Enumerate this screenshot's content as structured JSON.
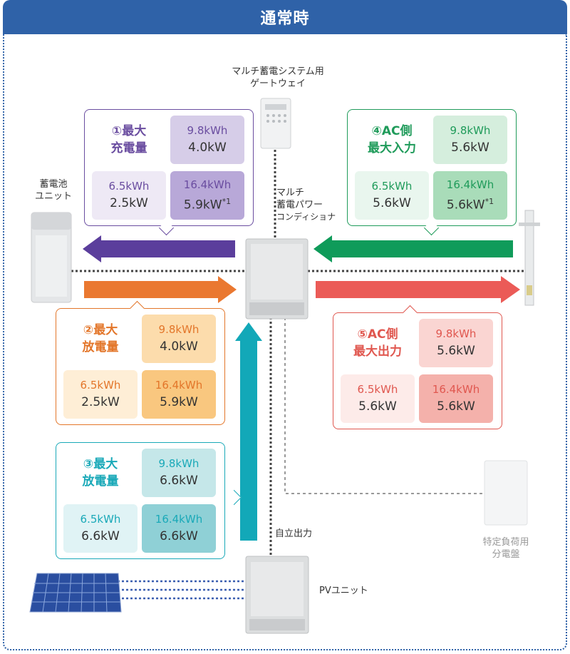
{
  "header": {
    "title": "通常時"
  },
  "labels": {
    "gateway": [
      "マルチ蓄電システム用",
      "ゲートウェイ"
    ],
    "battery": [
      "蓄電池",
      "ユニット"
    ],
    "pcs": [
      "マルチ",
      "蓄電パワー",
      "コンディショナ"
    ],
    "independent": "自立出力",
    "load_panel": [
      "特定負荷用",
      "分電盤"
    ],
    "pv": "PVユニット"
  },
  "boxes": [
    {
      "id": "1",
      "title": [
        "①最大",
        "充電量"
      ],
      "color": "#6a4da0",
      "cells": [
        {
          "kwh": "9.8kWh",
          "kw": "4.0kW",
          "note": "",
          "bg": "#d6cde8"
        },
        {
          "kwh": "6.5kWh",
          "kw": "2.5kW",
          "note": "",
          "bg": "#eee9f5"
        },
        {
          "kwh": "16.4kWh",
          "kw": "5.9kW",
          "note": "*1",
          "bg": "#b8a8d8"
        }
      ]
    },
    {
      "id": "4",
      "title": [
        "④AC側",
        "最大入力"
      ],
      "color": "#1f9b5a",
      "cells": [
        {
          "kwh": "9.8kWh",
          "kw": "5.6kW",
          "note": "",
          "bg": "#d5eedd"
        },
        {
          "kwh": "6.5kWh",
          "kw": "5.6kW",
          "note": "",
          "bg": "#e9f6ee"
        },
        {
          "kwh": "16.4kWh",
          "kw": "5.6kW",
          "note": "*1",
          "bg": "#a9dcb9"
        }
      ]
    },
    {
      "id": "2",
      "title": [
        "②最大",
        "放電量"
      ],
      "color": "#e3762a",
      "cells": [
        {
          "kwh": "9.8kWh",
          "kw": "4.0kW",
          "note": "",
          "bg": "#fcdcac"
        },
        {
          "kwh": "6.5kWh",
          "kw": "2.5kW",
          "note": "",
          "bg": "#feeed6"
        },
        {
          "kwh": "16.4kWh",
          "kw": "5.9kW",
          "note": "",
          "bg": "#f9c77f"
        }
      ]
    },
    {
      "id": "5",
      "title": [
        "⑤AC側",
        "最大出力"
      ],
      "color": "#e0574f",
      "cells": [
        {
          "kwh": "9.8kWh",
          "kw": "5.6kW",
          "note": "",
          "bg": "#fad5d2"
        },
        {
          "kwh": "6.5kWh",
          "kw": "5.6kW",
          "note": "",
          "bg": "#fdebe9"
        },
        {
          "kwh": "16.4kWh",
          "kw": "5.6kW",
          "note": "",
          "bg": "#f4b1ab"
        }
      ]
    },
    {
      "id": "3",
      "title": [
        "③最大",
        "放電量"
      ],
      "color": "#1aa9b8",
      "cells": [
        {
          "kwh": "9.8kWh",
          "kw": "6.6kW",
          "note": "",
          "bg": "#c5e7e9"
        },
        {
          "kwh": "6.5kWh",
          "kw": "6.6kW",
          "note": "",
          "bg": "#e0f3f5"
        },
        {
          "kwh": "16.4kWh",
          "kw": "6.6kW",
          "note": "",
          "bg": "#8fd0d6"
        }
      ]
    }
  ],
  "arrows": {
    "charge": "#5b3e9c",
    "discharge": "#ea7830",
    "ac_in": "#0f9b5a",
    "ac_out": "#eb5b57",
    "pv": "#12a8b8"
  }
}
